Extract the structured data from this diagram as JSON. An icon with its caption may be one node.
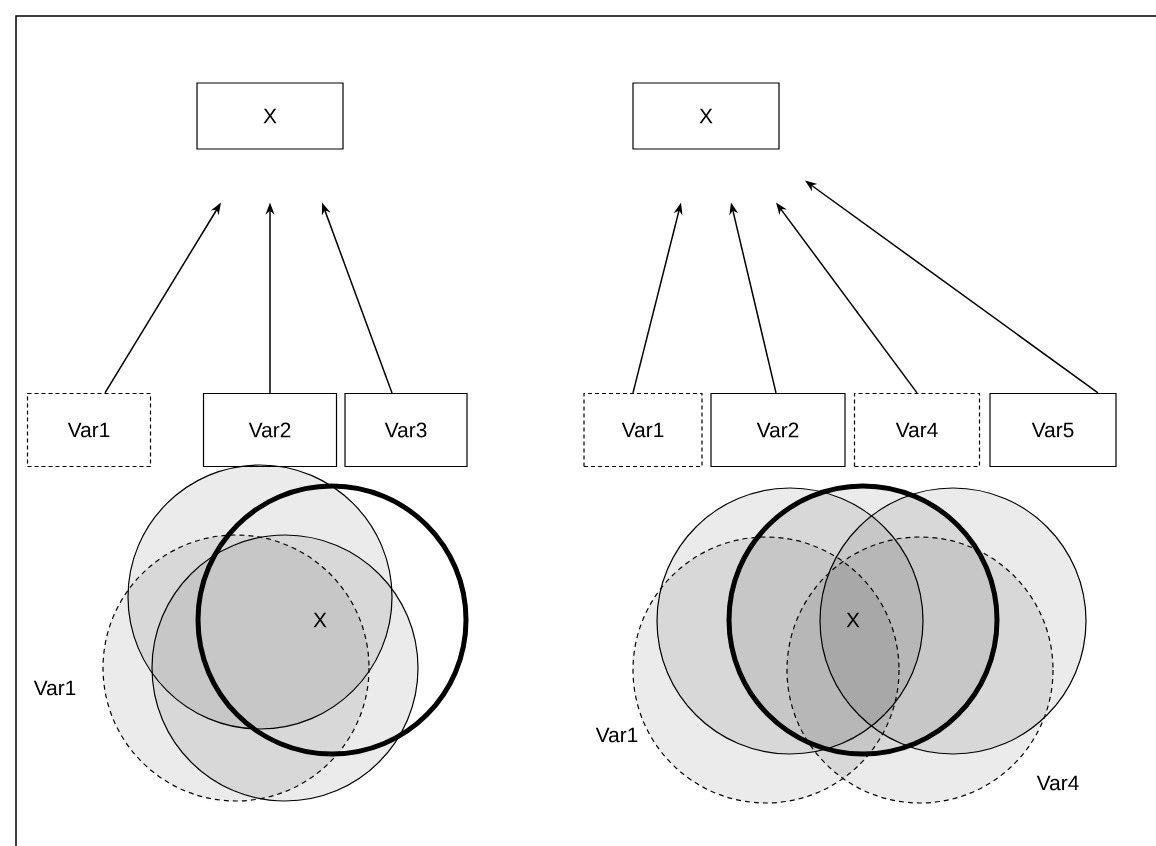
{
  "diagram": {
    "nodes": [
      {
        "text": [
          "X"
        ]
      },
      {
        "text": [
          "Var1"
        ]
      },
      {
        "text": [
          "Var2"
        ]
      },
      {
        "text": [
          "Var3"
        ]
      },
      {
        "text": [
          "X"
        ]
      },
      {
        "text": [
          "Var1"
        ]
      },
      {
        "text": [
          "Var2"
        ]
      },
      {
        "text": [
          "Var4"
        ]
      },
      {
        "text": [
          "Var5"
        ]
      }
    ],
    "edges": [
      {
        "from": 1,
        "to": 0,
        "arrow": "to"
      },
      {
        "from": 2,
        "to": 0,
        "arrow": "to"
      },
      {
        "from": 3,
        "to": 0,
        "arrow": "to"
      },
      {
        "from": 5,
        "to": 4,
        "arrow": "to"
      },
      {
        "from": 6,
        "to": 4,
        "arrow": "to"
      },
      {
        "from": 7,
        "to": 4,
        "arrow": "to"
      },
      {
        "from": 8,
        "to": 4,
        "arrow": "to"
      }
    ],
    "labels": [
      "X",
      "Var1",
      "X",
      "Var1",
      "Var4"
    ]
  }
}
